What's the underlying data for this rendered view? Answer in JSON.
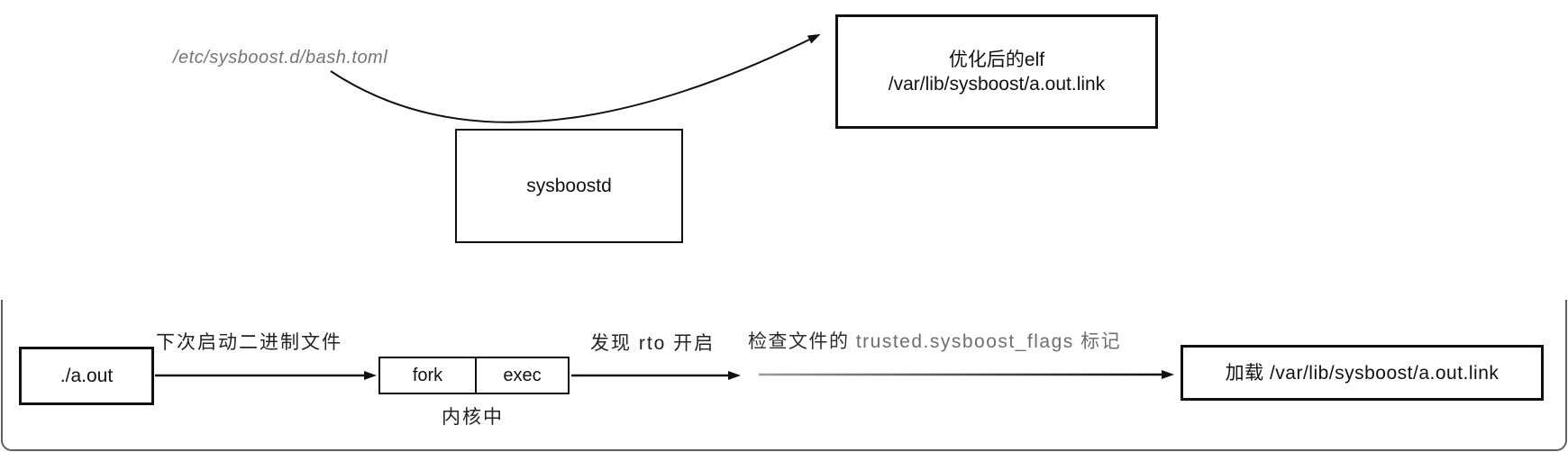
{
  "colors": {
    "stroke": "#111111",
    "config_label_gray": "#757575",
    "attr_text_gray": "#6e6e6e",
    "label_dark": "#222222",
    "frame_gray": "#5f5f5f",
    "background": "#ffffff"
  },
  "top_flow": {
    "config_file_label": "/etc/sysboost.d/bash.toml",
    "daemon_box_label": "sysboostd",
    "optimized_elf_box": {
      "line1": "优化后的elf",
      "line2": "/var/lib/sysboost/a.out.link"
    }
  },
  "bottom_flow": {
    "binary_box_label": "./a.out",
    "launch_arrow_label": "下次启动二进制文件",
    "fork_label": "fork",
    "exec_label": "exec",
    "kernel_label": "内核中",
    "rto_arrow_label": "发现 rto 开启",
    "check_arrow_label_prefix": "检查文件的 ",
    "check_arrow_label_attr": "trusted.sysboost_flags",
    "check_arrow_label_suffix": " 标记",
    "load_box_label": "加载 /var/lib/sysboost/a.out.link"
  }
}
